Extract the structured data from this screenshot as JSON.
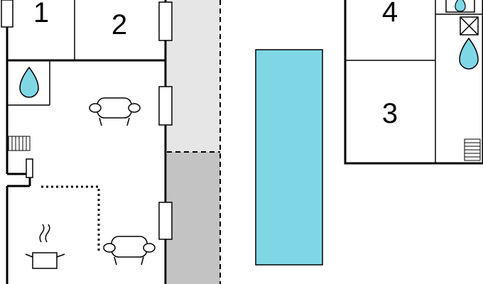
{
  "floorplan": {
    "rooms": [
      {
        "id": "room-1",
        "label": "1"
      },
      {
        "id": "room-2",
        "label": "2"
      },
      {
        "id": "room-3",
        "label": "3"
      },
      {
        "id": "room-4",
        "label": "4"
      }
    ],
    "icons": [
      "water-drop-icon",
      "sofa-icon",
      "stairs-icon",
      "cooker-icon",
      "pool-icon",
      "shower-icon"
    ],
    "colors": {
      "pool": "#7fd7e6",
      "terrace_light": "#e6e6e6",
      "terrace_dark": "#c3c3c3",
      "wall": "#000000"
    }
  }
}
